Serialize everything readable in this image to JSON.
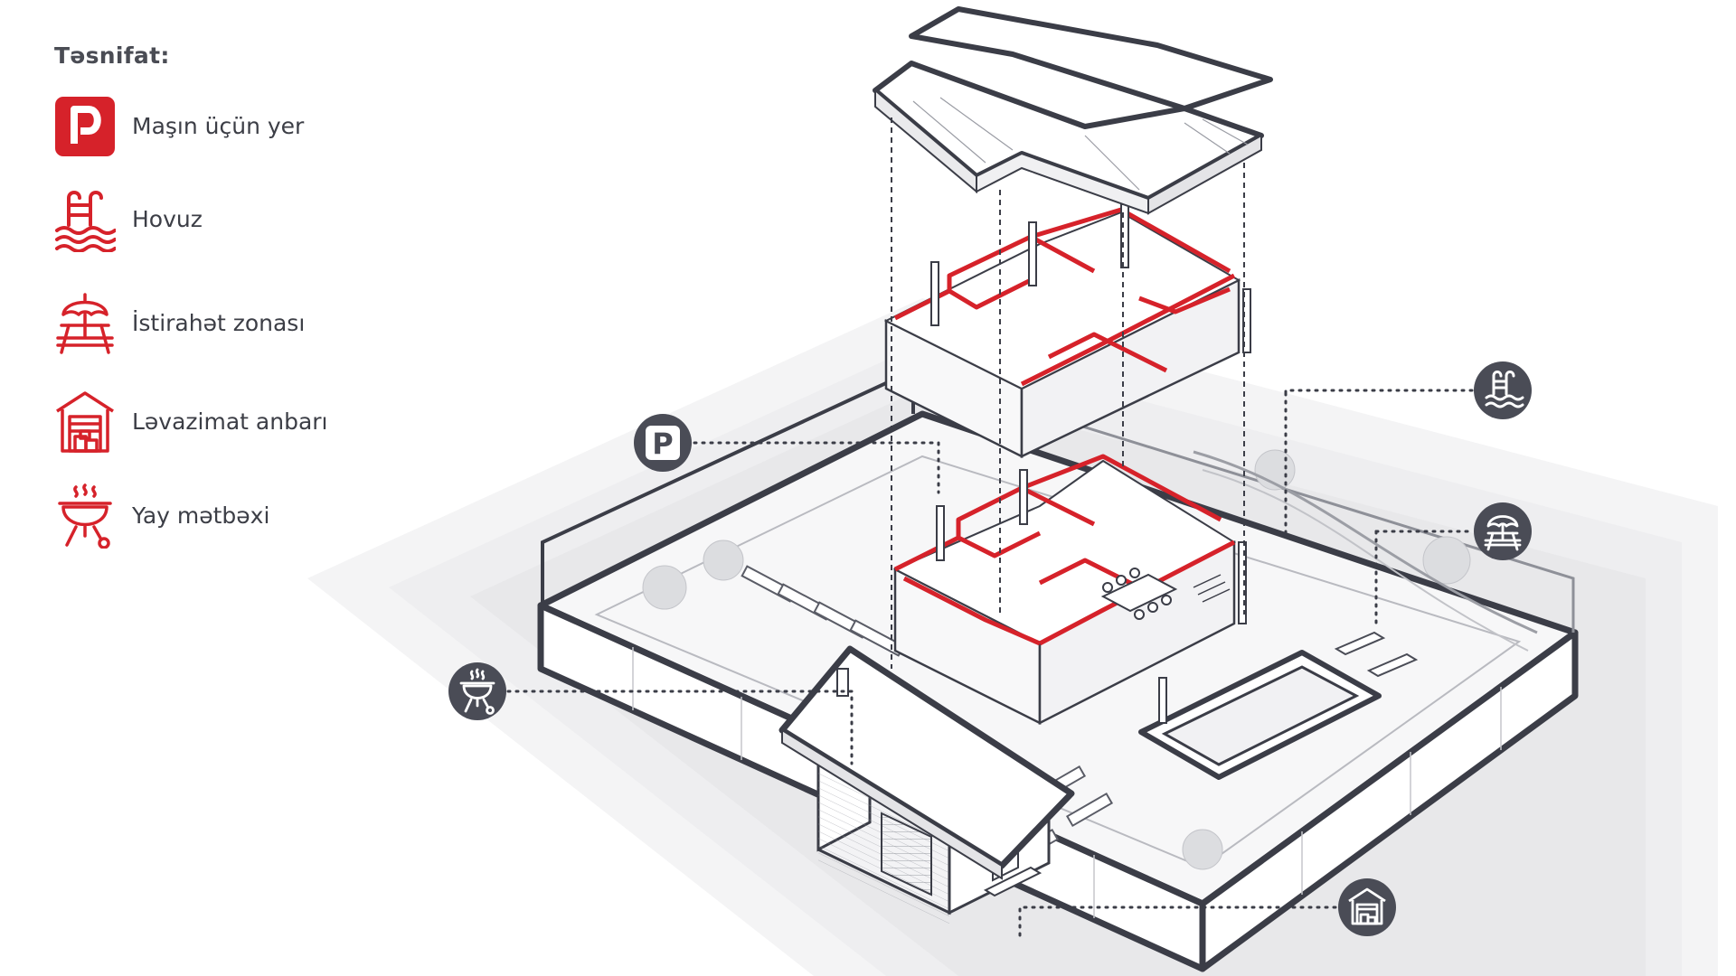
{
  "legend": {
    "title": "Təsnifat:",
    "items": [
      {
        "key": "parking",
        "label": "Maşın üçün yer",
        "icon": "parking-icon"
      },
      {
        "key": "pool",
        "label": "Hovuz",
        "icon": "pool-icon"
      },
      {
        "key": "rest",
        "label": "İstirahət zonası",
        "icon": "rest-area-icon"
      },
      {
        "key": "storage",
        "label": "Ləvazimat anbarı",
        "icon": "storage-icon"
      },
      {
        "key": "kitchen",
        "label": "Yay mətbəxi",
        "icon": "bbq-grill-icon"
      }
    ]
  },
  "callouts": {
    "parking_glyph": "P"
  },
  "colors": {
    "accent_red": "#d6222a",
    "outline_dark": "#3b3d47",
    "callout_fill": "#4a4c56",
    "ground_gray": "#ececee"
  }
}
